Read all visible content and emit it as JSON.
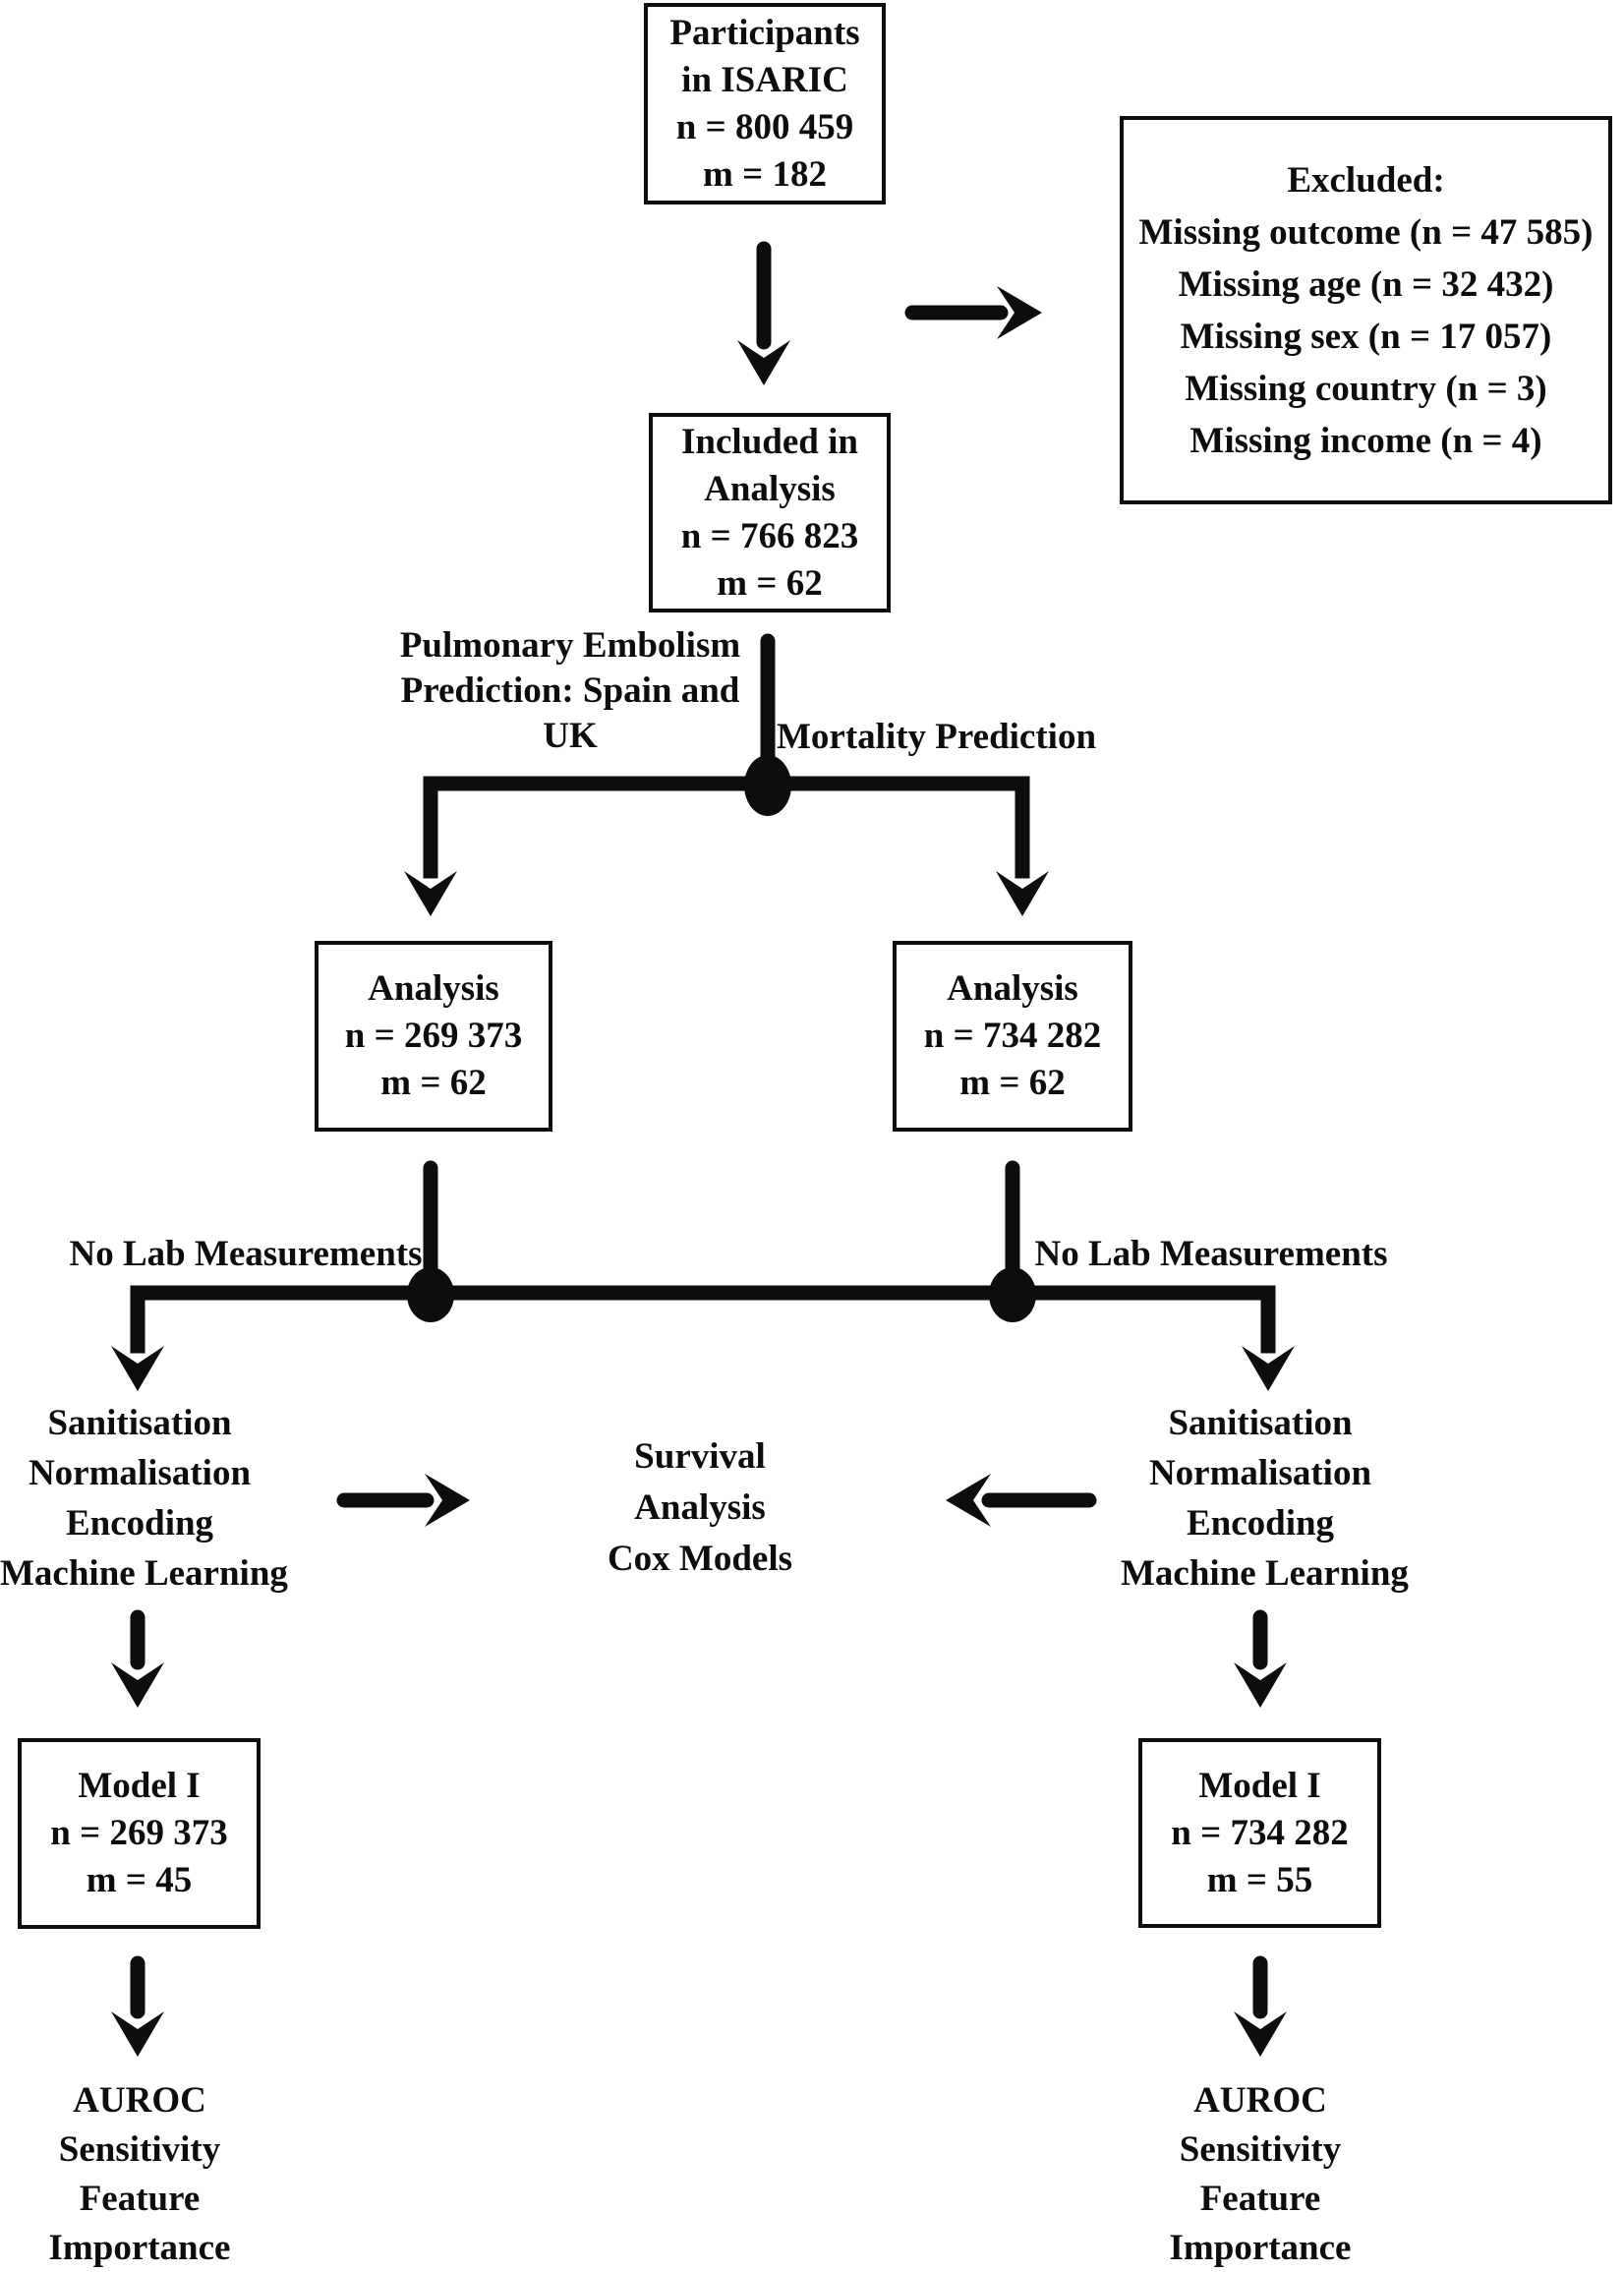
{
  "figure": {
    "background": "#ffffff",
    "ink": "#0d0d0d",
    "description": "Study participant flow diagram"
  },
  "boxes": {
    "participants": {
      "lines": [
        "Participants",
        "in ISARIC",
        "n = 800 459",
        "m = 182"
      ]
    },
    "excluded": {
      "lines": [
        "Excluded:",
        "Missing outcome (n = 47 585)",
        "Missing age (n = 32 432)",
        "Missing sex (n = 17 057)",
        "Missing country (n = 3)",
        "Missing income (n = 4)"
      ]
    },
    "included": {
      "lines": [
        "Included in",
        "Analysis",
        "n = 766 823",
        "m = 62"
      ]
    },
    "analysis_left": {
      "lines": [
        "Analysis",
        "n = 269 373",
        "m = 62"
      ]
    },
    "analysis_right": {
      "lines": [
        "Analysis",
        "n = 734 282",
        "m = 62"
      ]
    },
    "model_left": {
      "lines": [
        "Model I",
        "n = 269 373",
        "m = 45"
      ]
    },
    "model_right": {
      "lines": [
        "Model I",
        "n = 734 282",
        "m = 55"
      ]
    }
  },
  "labels": {
    "pe_branch": {
      "lines": [
        "Pulmonary Embolism",
        "Prediction: Spain and",
        "UK"
      ]
    },
    "mortality": {
      "lines": [
        "Mortality Prediction"
      ]
    },
    "no_lab_left": {
      "lines": [
        "No Lab Measurements"
      ]
    },
    "no_lab_right": {
      "lines": [
        "No Lab Measurements"
      ]
    },
    "pipeline_left": {
      "lines": [
        "Sanitisation",
        "Normalisation",
        "Encoding",
        "Machine Learning"
      ]
    },
    "pipeline_right": {
      "lines": [
        "Sanitisation",
        "Normalisation",
        "Encoding",
        "Machine Learning"
      ]
    },
    "survival": {
      "lines": [
        "Survival",
        "Analysis",
        "Cox Models"
      ]
    },
    "outcomes_left": {
      "lines": [
        "AUROC",
        "Sensitivity",
        "Feature",
        "Importance"
      ]
    },
    "outcomes_right": {
      "lines": [
        "AUROC",
        "Sensitivity",
        "Feature",
        "Importance"
      ]
    }
  }
}
